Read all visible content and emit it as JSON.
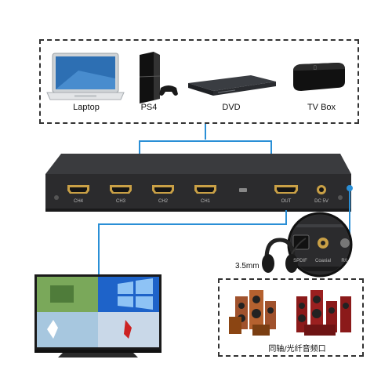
{
  "sources": [
    {
      "label": "Laptop",
      "icon": "laptop-icon"
    },
    {
      "label": "PS4",
      "icon": "game-console-icon"
    },
    {
      "label": "DVD",
      "icon": "dvd-player-icon"
    },
    {
      "label": "TV Box",
      "icon": "tv-box-icon"
    }
  ],
  "device": {
    "inputs": [
      "CH4",
      "CH3",
      "CH2",
      "CH1"
    ],
    "output": "OUT",
    "power": "DC 5V"
  },
  "audio": {
    "jack_label": "3.5mm",
    "optical_label": "SPDIF",
    "coaxial_label": "Coaxial",
    "extra_label": "R/L",
    "speakers_caption": "同轴/光纤音频口"
  },
  "colors": {
    "cable": "#2a8fd6",
    "device_body": "#2b2b2d",
    "dashed_border": "#333333"
  }
}
